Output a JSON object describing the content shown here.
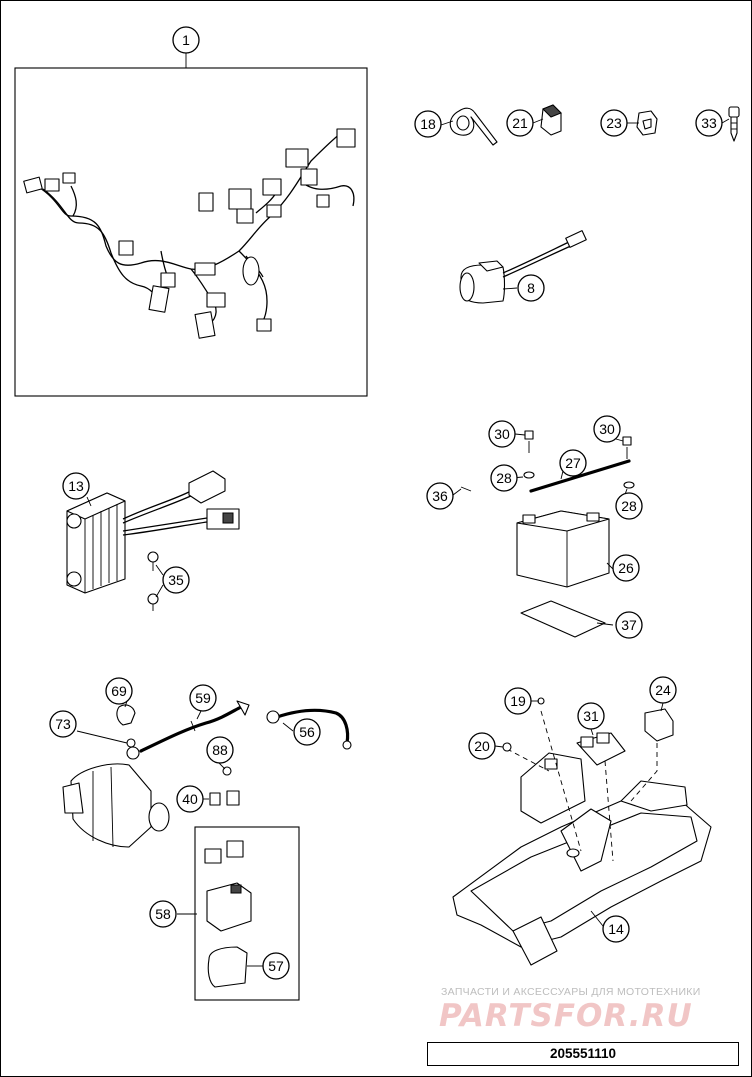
{
  "callouts": {
    "c1": "1",
    "c18": "18",
    "c21": "21",
    "c23": "23",
    "c33": "33",
    "c8": "8",
    "c13": "13",
    "c35": "35",
    "c30a": "30",
    "c30b": "30",
    "c27": "27",
    "c28a": "28",
    "c28b": "28",
    "c36": "36",
    "c26": "26",
    "c37": "37",
    "c69": "69",
    "c59": "59",
    "c73": "73",
    "c56": "56",
    "c88": "88",
    "c40": "40",
    "c58": "58",
    "c57": "57",
    "c19": "19",
    "c31": "31",
    "c24": "24",
    "c20": "20",
    "c14": "14"
  },
  "watermark": {
    "subtitle": "ЗАПЧАСТИ И АКСЕССУАРЫ ДЛЯ МОТОТЕХНИКИ",
    "brand": "PARTSFOR.RU",
    "subtitle_color": "#bdbdbd",
    "brand_color": "#f1c6c6"
  },
  "document_number": "205551110"
}
